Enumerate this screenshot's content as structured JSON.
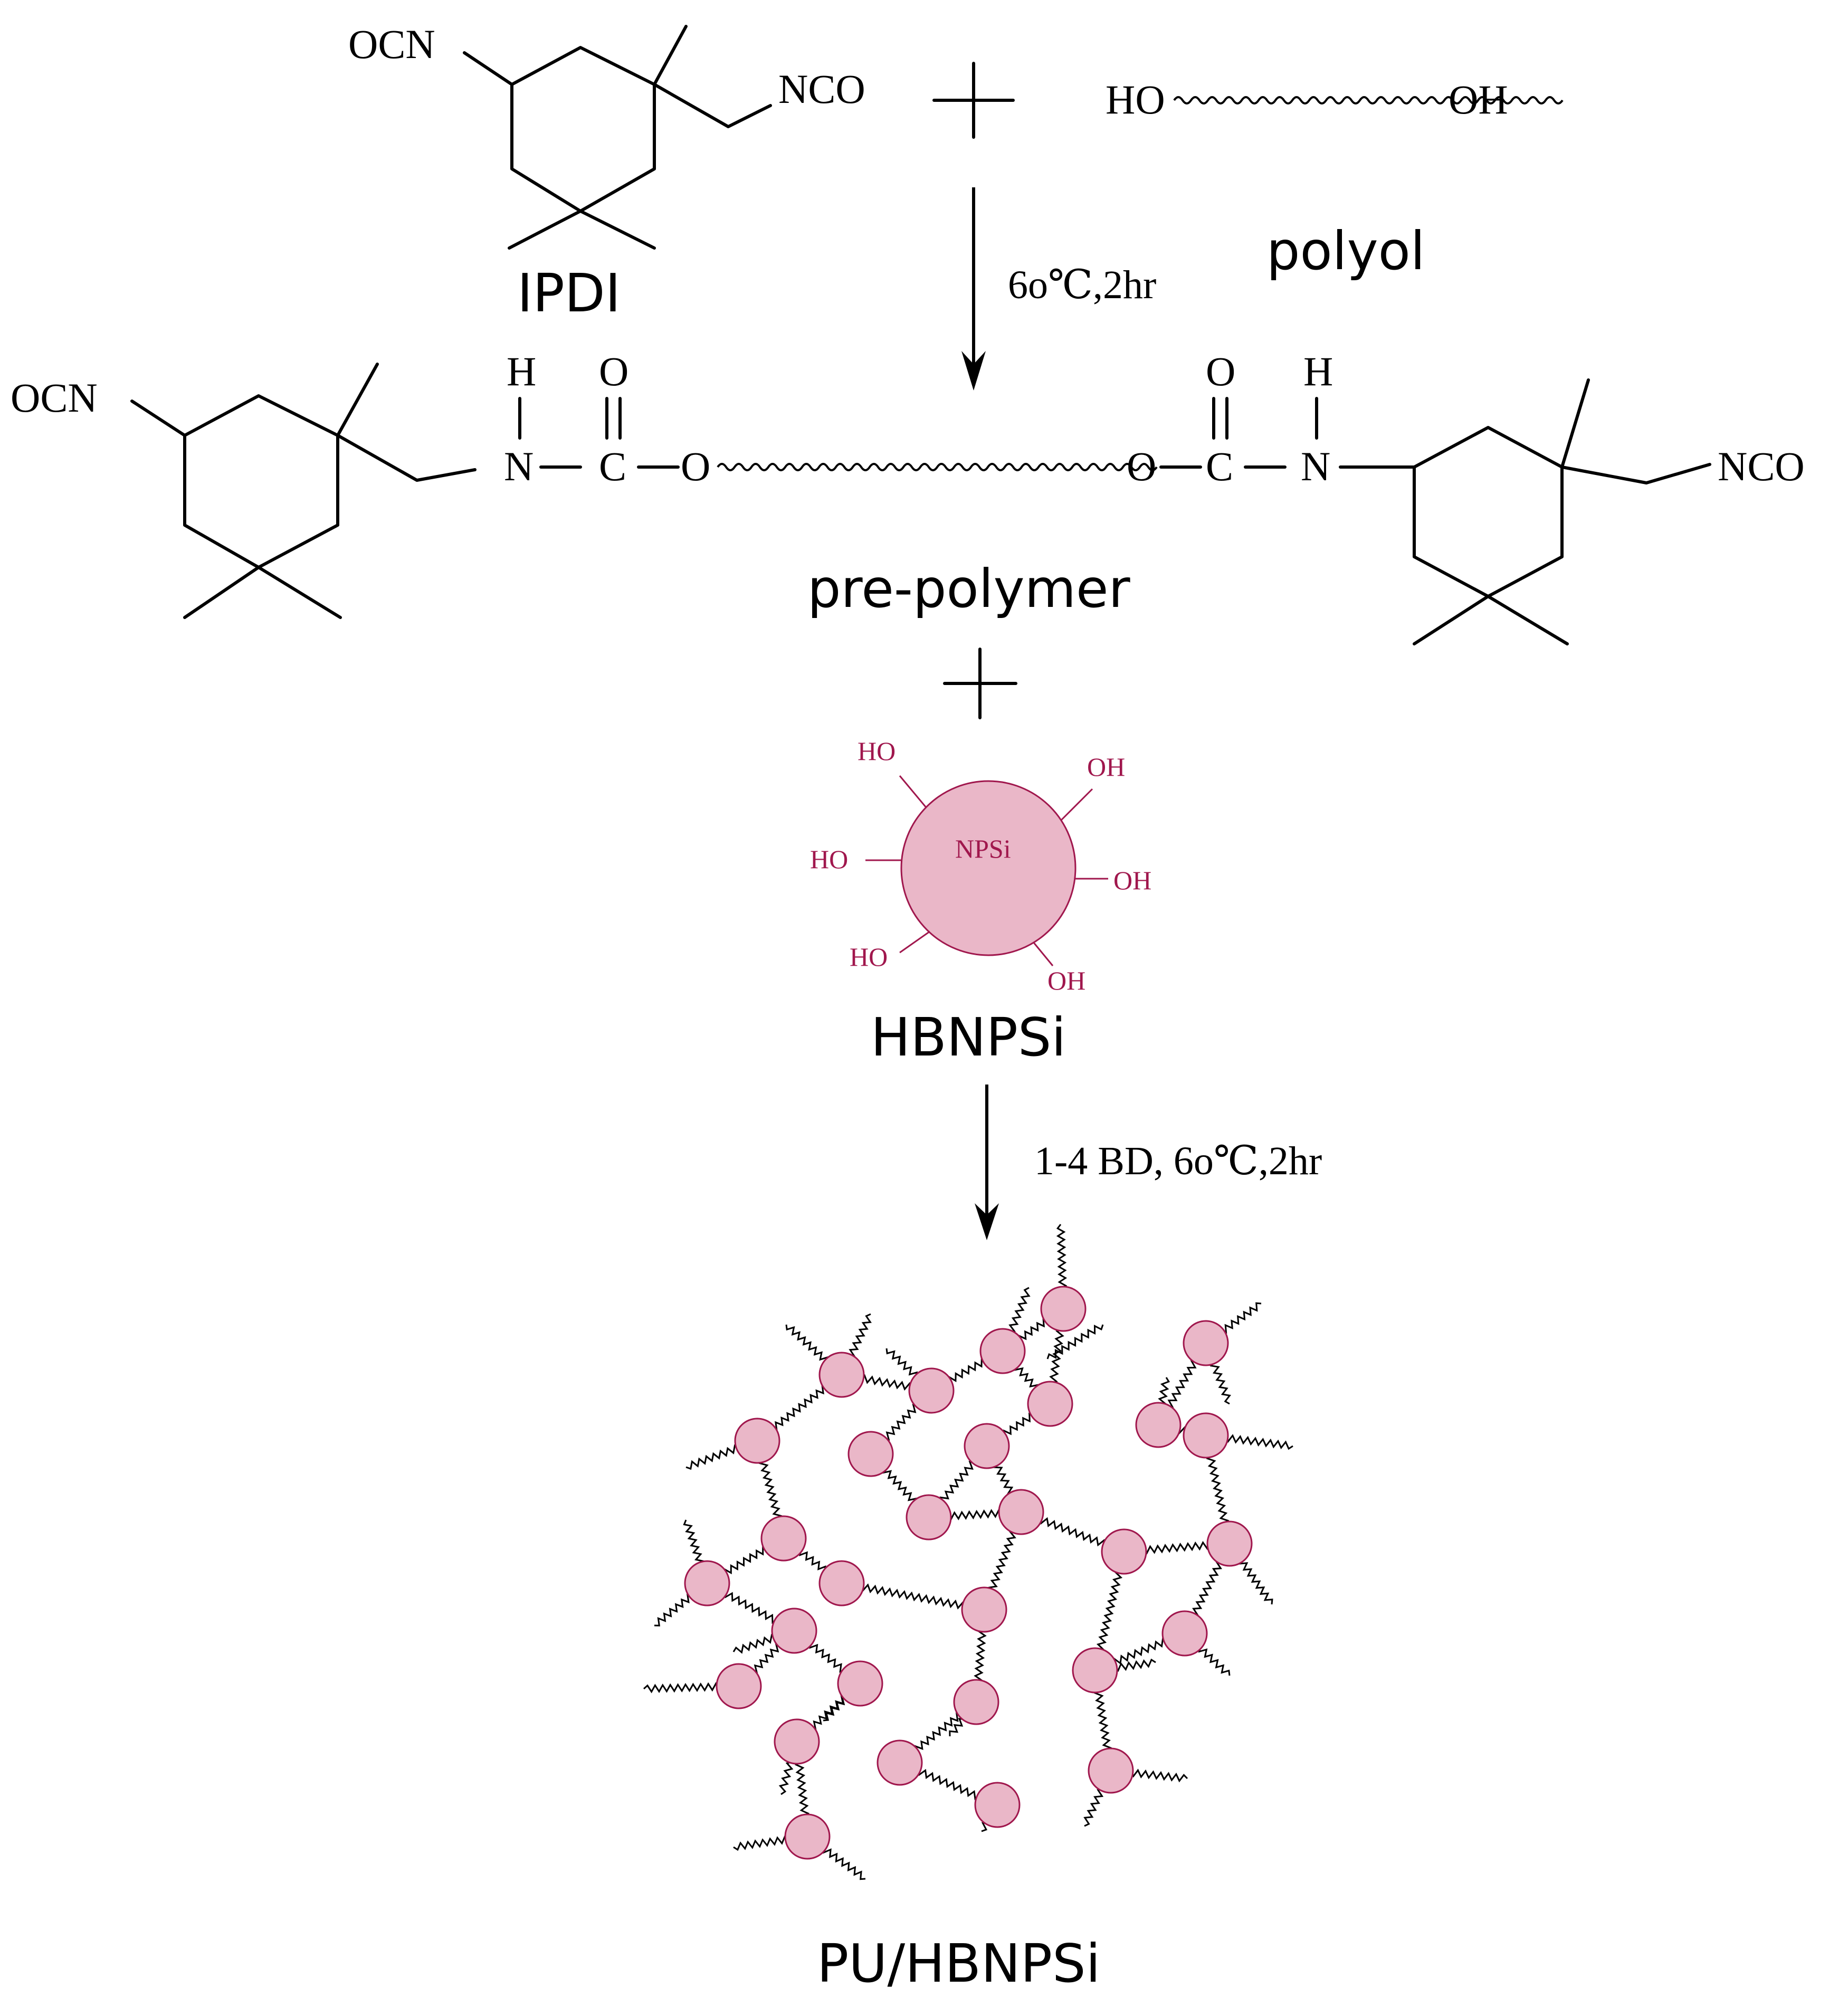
{
  "labels": {
    "ocn": "OCN",
    "nco": "NCO",
    "ho": "HO",
    "oh": "OH",
    "h": "H",
    "o": "O",
    "n": "N",
    "c": "C",
    "ipdi": "IPDI",
    "polyol": "polyol",
    "prepolymer": "pre-polymer",
    "hbnpsi": "HBNPSi",
    "npsi": "NPSi",
    "product": "PU/HBNPSi"
  },
  "conditions": {
    "step1": "6o℃,2hr",
    "step2": "1-4 BD, 6o℃,2hr"
  },
  "colors": {
    "particle_fill": "#eab7c8",
    "particle_stroke": "#a0174d",
    "line": "#000000"
  }
}
